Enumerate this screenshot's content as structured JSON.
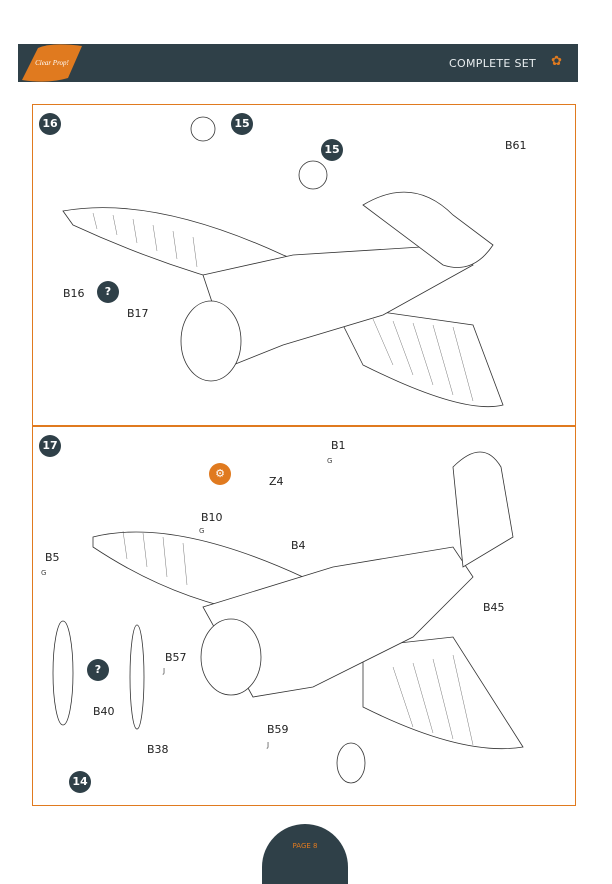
{
  "header": {
    "brand": "Clear Prop!",
    "title": "COMPLETE SET"
  },
  "steps": [
    {
      "number": "16",
      "parts": [
        "15",
        "15",
        "B61",
        "B16",
        "B17"
      ]
    },
    {
      "number": "17",
      "parts": [
        "B1",
        "G",
        "Z4",
        "B10",
        "G",
        "B4",
        "B5",
        "G",
        "B45",
        "B57",
        "J",
        "B40",
        "B38",
        "B59",
        "J",
        "14"
      ]
    }
  ],
  "footer": {
    "page": "PAGE 8"
  },
  "colors": {
    "accent": "#e07a1f",
    "dark": "#2f4048"
  }
}
